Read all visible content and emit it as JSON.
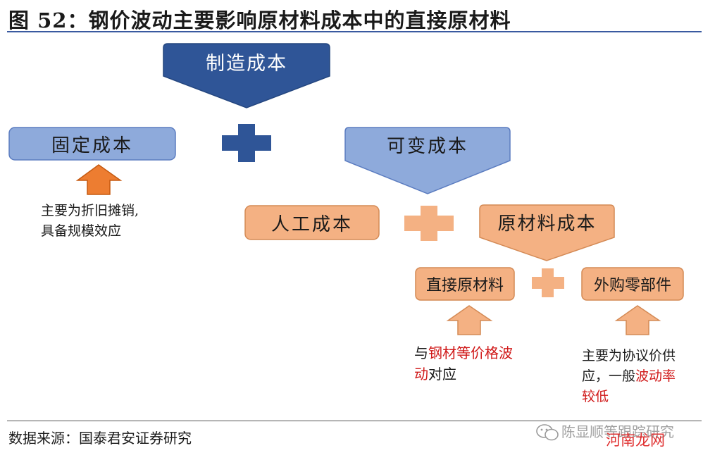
{
  "title": "图 52：钢价波动主要影响原材料成本中的直接原材料",
  "nodes": {
    "manufacturing_cost": "制造成本",
    "fixed_cost": "固定成本",
    "variable_cost": "可变成本",
    "labor_cost": "人工成本",
    "raw_material_cost": "原材料成本",
    "direct_raw_material": "直接原材料",
    "purchased_parts": "外购零部件"
  },
  "notes": {
    "fixed_line1": "主要为折旧摊销,",
    "fixed_line2": "具备规模效应",
    "direct_prefix": "与",
    "direct_red": "钢材等价格波",
    "direct_red2": "动",
    "direct_suffix": "对应",
    "parts_line1": "主要为协议价供",
    "parts_line2_black": "应，一般",
    "parts_line2_red": "波动率",
    "parts_line3_red": "较低"
  },
  "footer": "数据来源：国泰君安证券研究",
  "watermark": {
    "grey": "陈显顺等跟踪研究",
    "red": "河南龙网"
  },
  "colors": {
    "dark_blue": "#2f5597",
    "light_blue": "#8eaadb",
    "orange": "#f4b183",
    "orange_arrow": "#ed7d31"
  }
}
